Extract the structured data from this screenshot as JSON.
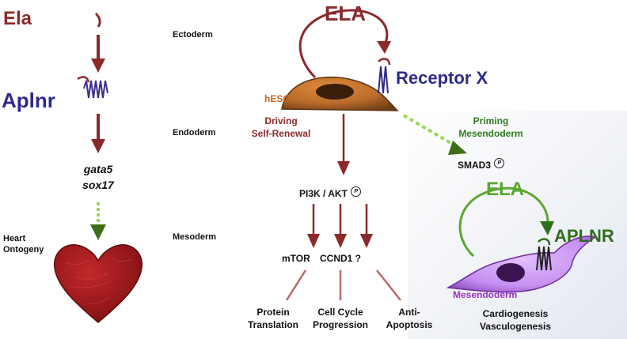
{
  "left": {
    "ela": "Ela",
    "aplnr": "Aplnr",
    "gata5": "gata5",
    "sox17": "sox17",
    "heart_ontogeny": [
      "Heart",
      "Ontogeny"
    ]
  },
  "layers": {
    "ectoderm": "Ectoderm",
    "endoderm": "Endoderm",
    "mesoderm": "Mesoderm"
  },
  "hesc": {
    "ela": "ELA",
    "receptor": "Receptor X",
    "cell_label": "hESC",
    "driving": [
      "Driving",
      "Self-Renewal"
    ]
  },
  "pathway": {
    "pi3k_akt": "PI3K / AKT",
    "mtor": "mTOR",
    "ccnd1": "CCND1 ?",
    "protein": [
      "Protein",
      "Translation"
    ],
    "cell_cycle": [
      "Cell Cycle",
      "Progression"
    ],
    "anti_apoptosis": [
      "Anti-",
      "Apoptosis"
    ]
  },
  "priming": {
    "label": [
      "Priming",
      "Mesendoderm"
    ],
    "smad3": "SMAD3"
  },
  "mesendo": {
    "ela": "ELA",
    "aplnr": "APLNR",
    "cell_label": "Mesendoderm",
    "outcome": [
      "Cardiogenesis",
      "Vasculogenesis"
    ]
  },
  "phospho_symbol": "P",
  "colors": {
    "maroon": "#8b2a2a",
    "navy": "#2e2a8c",
    "green": "#2f7a1d",
    "light_green": "#5aa832",
    "orange": "#c8641e",
    "purple": "#9a2ec4",
    "cell_brown": "#b86b2a",
    "cell_purple": "#c68ff0"
  }
}
